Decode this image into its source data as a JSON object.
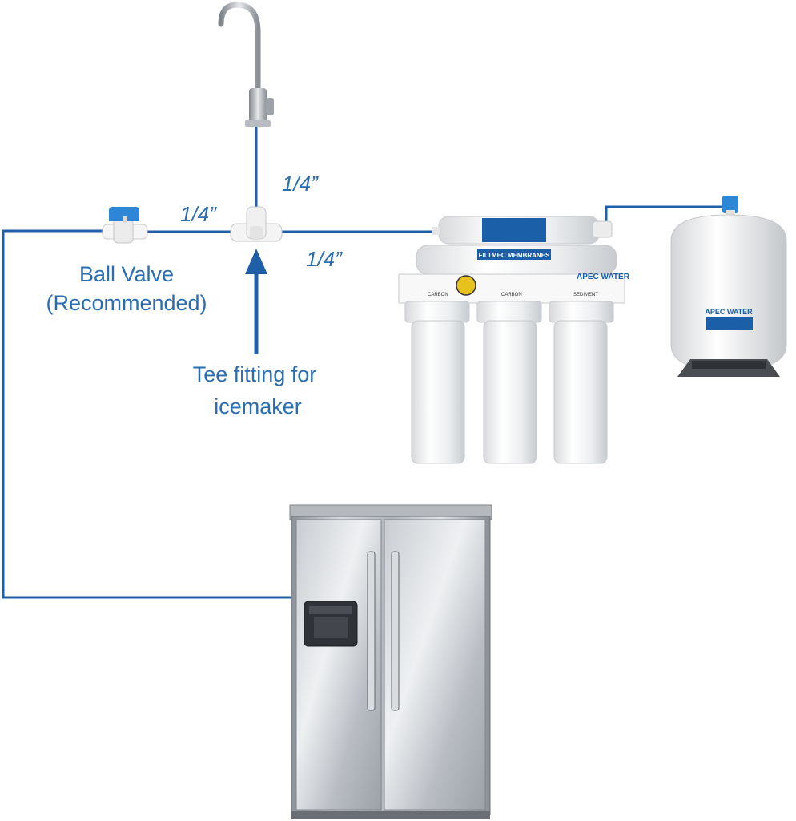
{
  "labels": {
    "size_faucet": "1/4”",
    "size_valve": "1/4”",
    "size_system": "1/4”",
    "ball_valve_line1": "Ball Valve",
    "ball_valve_line2": "(Recommended)",
    "tee_line1": "Tee fitting for",
    "tee_line2": "icemaker"
  },
  "ro_system": {
    "brand": "APEC WATER",
    "membrane_label": "FILTMEC MEMBRANES",
    "stage_3": "CARBON",
    "stage_2": "CARBON",
    "stage_1": "SEDIMENT"
  },
  "tank": {
    "brand": "APEC WATER"
  },
  "colors": {
    "line": "#1f5fa8",
    "label": "#2a6db0",
    "fitting": "#f4f4f4",
    "valve_handle": "#2e86d6"
  }
}
